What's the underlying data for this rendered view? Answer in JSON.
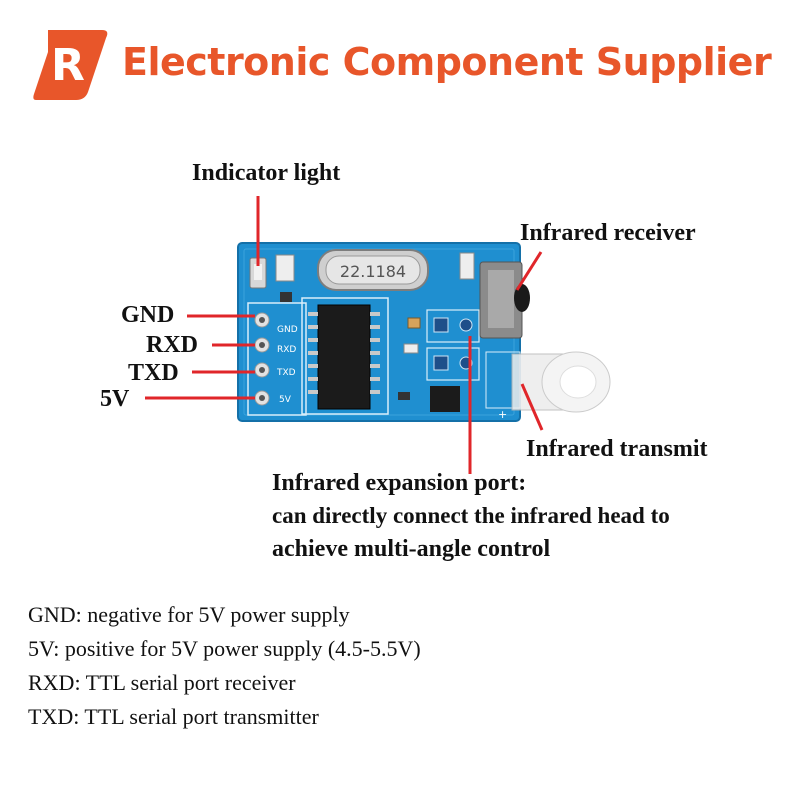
{
  "header": {
    "logo_letter": "R",
    "title": "Electronic Component Supplier",
    "brand_color": "#e8562a"
  },
  "board": {
    "crystal_text": "22.1184",
    "silk_labels": [
      "GND",
      "RXD",
      "TXD",
      "5V"
    ],
    "pcb_color": "#1f8fd0"
  },
  "callouts": {
    "indicator_light": "Indicator light",
    "ir_receiver": "Infrared receiver",
    "ir_transmit": "Infrared transmit",
    "expansion_line1": "Infrared expansion port:",
    "expansion_line2": "can directly connect the infrared head to",
    "expansion_line3": "achieve multi-angle control"
  },
  "pins": [
    "GND",
    "RXD",
    "TXD",
    "5V"
  ],
  "descriptions": [
    "GND: negative for 5V power supply",
    "5V: positive for 5V power supply (4.5-5.5V)",
    "RXD: TTL serial port receiver",
    "TXD: TTL serial port transmitter"
  ],
  "colors": {
    "leader_line": "#e0262a"
  }
}
